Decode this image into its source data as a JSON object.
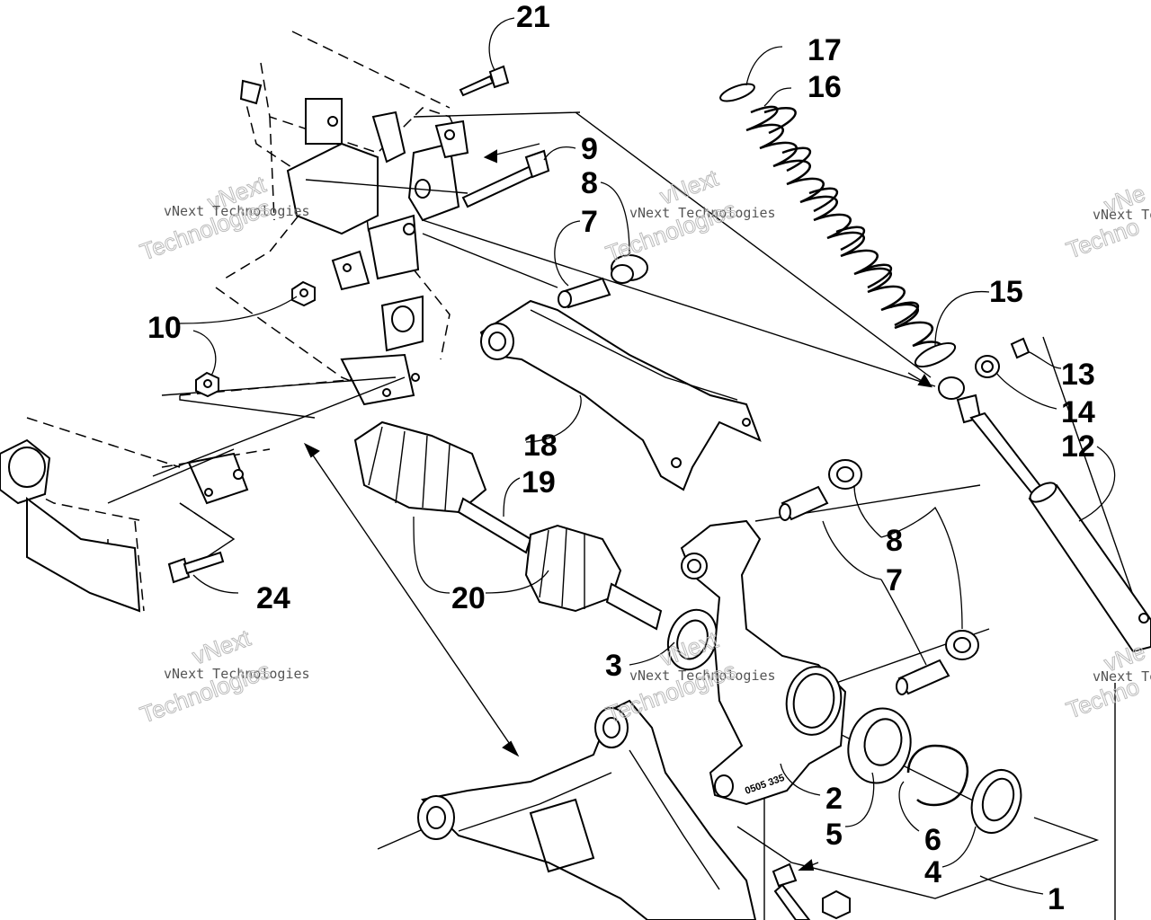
{
  "callouts": {
    "c1": "1",
    "c2": "2",
    "c3": "3",
    "c4": "4",
    "c5": "5",
    "c6": "6",
    "c7a": "7",
    "c7b": "7",
    "c8a": "8",
    "c8b": "8",
    "c9": "9",
    "c10": "10",
    "c12": "12",
    "c13": "13",
    "c14": "14",
    "c15": "15",
    "c16": "16",
    "c17": "17",
    "c18": "18",
    "c19": "19",
    "c20": "20",
    "c21": "21",
    "c24": "24"
  },
  "watermark": {
    "line1": "vNext Technologies",
    "line2": "vNext",
    "line3": "Technologies",
    "partial1": "vNext Tech",
    "partial2": "vNe",
    "partial3": "Techno"
  },
  "stamp": "0505 335",
  "colors": {
    "ink": "#000000",
    "paper": "#ffffff",
    "watermark": "#bbbbbb"
  }
}
